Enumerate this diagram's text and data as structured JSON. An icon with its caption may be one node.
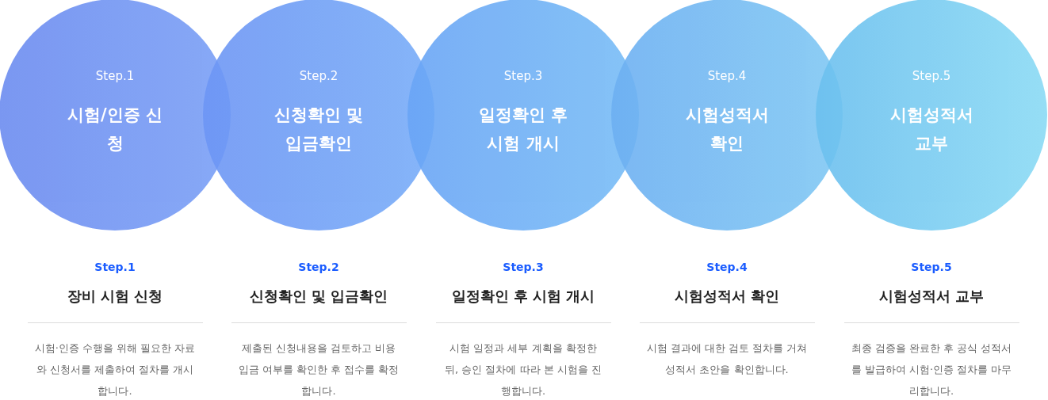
{
  "diagram": {
    "nodes": [
      {
        "text": [
          "Step.1",
          "시험/인증 신청"
        ]
      },
      {
        "text": [
          "Step.2",
          "신청확인 및 입금확인"
        ]
      },
      {
        "text": [
          "Step.3",
          "일정확인 후 시험 개시"
        ]
      },
      {
        "text": [
          "Step.4",
          "시험성적서 확인"
        ]
      },
      {
        "text": [
          "Step.5",
          "시험성적서 교부"
        ]
      }
    ],
    "edges": [],
    "labels": [
      "Step.1",
      "장비 시험 신청",
      "시험·인증 수행을 위해 필요한 자료와 신청서를 제출하여 절차를 개시합니다.",
      "Step.2",
      "신청확인 및 입금확인",
      "제출된 신청내용을 검토하고 비용 입금 여부를 확인한 후 접수를 확정합니다.",
      "Step.3",
      "일정확인 후 시험 개시",
      "시험 일정과 세부 계획을 확정한 뒤, 승인 절차에 따라 본 시험을 진행합니다.",
      "Step.4",
      "시험성적서 확인",
      "시험 결과에 대한 검토 절차를 거쳐 성적서 초안을 확인합니다.",
      "Step.5",
      "시험성적서 교부",
      "최종 검증을 완료한 후 공식 성적서를 발급하여 시험·인증 절차를 마무리합니다."
    ]
  }
}
